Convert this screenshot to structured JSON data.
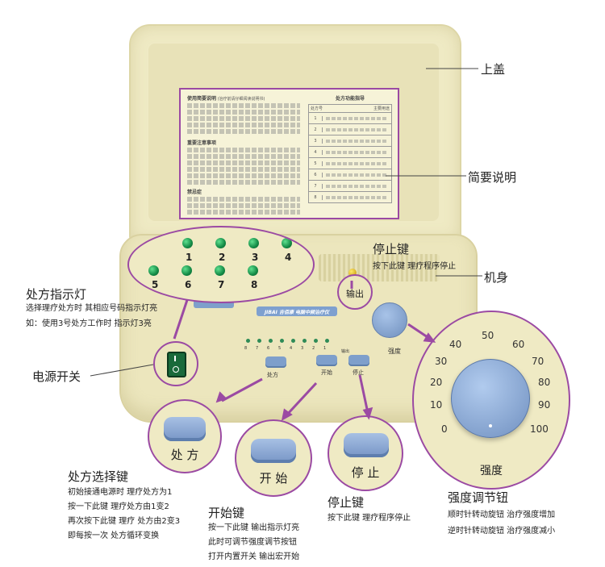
{
  "labels": {
    "lid": "上盖",
    "manual": "简要说明",
    "body": "机身",
    "power_switch": "电源开关"
  },
  "manual": {
    "left_title": "使用简要说明",
    "left_subtitle": "(治疗前请仔细阅读说明书)",
    "notes_title": "重要注意事项",
    "contra_title": "禁忌症",
    "right_title": "处方功能指导",
    "right_col1": "处方号",
    "right_col2": "主要用途",
    "rows": [
      "1",
      "2",
      "3",
      "4",
      "5",
      "6",
      "7",
      "8"
    ]
  },
  "device": {
    "brand": "JIBAI 吉佰康 电脑中频治疗仪",
    "output_label": "输出",
    "led_nums": [
      "8",
      "7",
      "6",
      "5",
      "4",
      "3",
      "2",
      "1"
    ],
    "btn_rx": "处方",
    "btn_start": "开始",
    "btn_stop": "停止",
    "intensity_label": "强度"
  },
  "prescription_leds": {
    "row1": [
      "1",
      "2",
      "3",
      "4"
    ],
    "row2": [
      "5",
      "6",
      "7",
      "8"
    ]
  },
  "stop_top": {
    "title": "停止键",
    "desc": "按下此键 理疗程序停止"
  },
  "indicator": {
    "title": "处方指示灯",
    "desc1": "选择理疗处方时 其相应号码指示灯亮",
    "desc2": "如：使用3号处方工作时 指示灯3亮"
  },
  "rx_key": {
    "button": "处 方",
    "title": "处方选择键",
    "lines": [
      "初始接通电源时 理疗处方为1",
      "按一下此键 理疗处方由1变2",
      "再次按下此键 理疗 处方由2变3",
      "即每按一次 处方循环变换"
    ]
  },
  "start_key": {
    "button": "开 始",
    "title": "开始键",
    "lines": [
      "按一下此键 输出指示灯亮",
      "此时可调节强度调节按钮",
      "打开内置开关 输出宏开始"
    ]
  },
  "stop_key": {
    "button": "停 止",
    "title": "停止键",
    "desc": "按下此键 理疗程序停止"
  },
  "dial": {
    "label": "强度",
    "scale": [
      "0",
      "10",
      "20",
      "30",
      "40",
      "50",
      "60",
      "70",
      "80",
      "90",
      "100"
    ],
    "title": "强度调节钮",
    "line1": "顺时针转动旋钮 治疗强度增加",
    "line2": "逆时针转动旋钮 治疗强度减小"
  },
  "colors": {
    "accent": "#9b4aa3",
    "button": "#7e9fcb",
    "led": "#138a45",
    "device": "#ece6bd"
  }
}
